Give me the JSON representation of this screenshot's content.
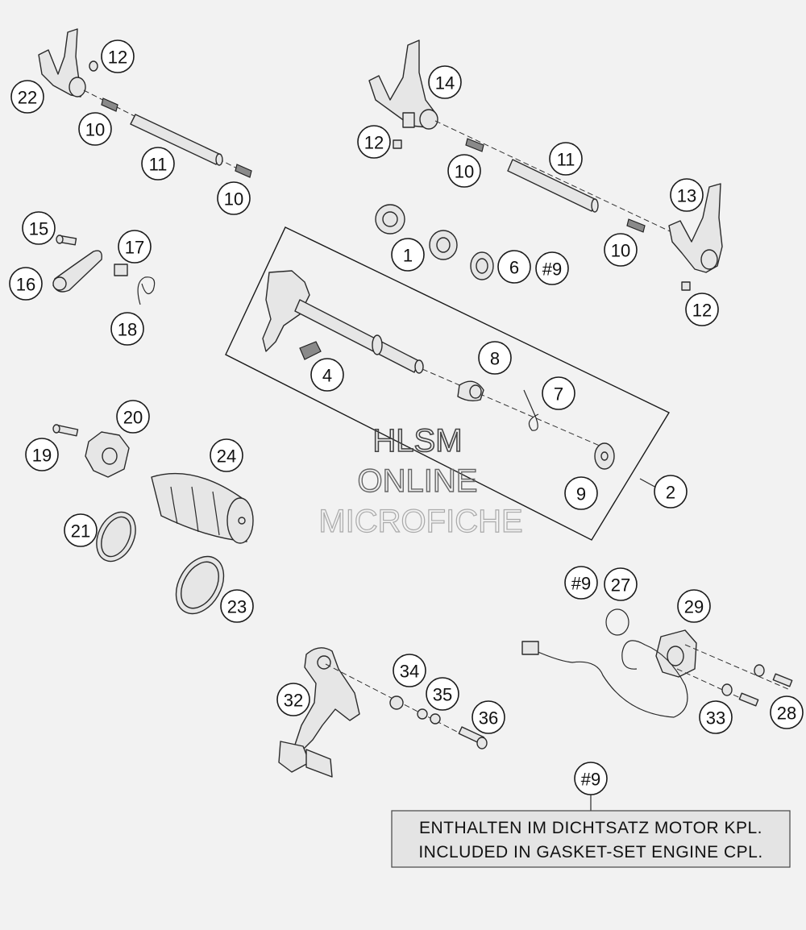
{
  "watermark": {
    "line1": "HLSM",
    "line2": "ONLINE",
    "line3": "MICROFICHE"
  },
  "note": {
    "ref": "#9",
    "line1": "ENTHALTEN IM DICHTSATZ MOTOR KPL.",
    "line2": "INCLUDED IN GASKET-SET ENGINE CPL."
  },
  "callouts": [
    {
      "id": "c22",
      "label": "22"
    },
    {
      "id": "c12a",
      "label": "12"
    },
    {
      "id": "c10a",
      "label": "10"
    },
    {
      "id": "c11a",
      "label": "11"
    },
    {
      "id": "c10b",
      "label": "10"
    },
    {
      "id": "c14",
      "label": "14"
    },
    {
      "id": "c12b",
      "label": "12"
    },
    {
      "id": "c10c",
      "label": "10"
    },
    {
      "id": "c11b",
      "label": "11"
    },
    {
      "id": "c13",
      "label": "13"
    },
    {
      "id": "c10d",
      "label": "10"
    },
    {
      "id": "c12c",
      "label": "12"
    },
    {
      "id": "c1",
      "label": "1"
    },
    {
      "id": "c6",
      "label": "6"
    },
    {
      "id": "c9a",
      "label": "#9"
    },
    {
      "id": "c15",
      "label": "15"
    },
    {
      "id": "c17",
      "label": "17"
    },
    {
      "id": "c16",
      "label": "16"
    },
    {
      "id": "c18",
      "label": "18"
    },
    {
      "id": "c4",
      "label": "4"
    },
    {
      "id": "c8",
      "label": "8"
    },
    {
      "id": "c7",
      "label": "7"
    },
    {
      "id": "c9b",
      "label": "9"
    },
    {
      "id": "c2",
      "label": "2"
    },
    {
      "id": "c20",
      "label": "20"
    },
    {
      "id": "c19",
      "label": "19"
    },
    {
      "id": "c24",
      "label": "24"
    },
    {
      "id": "c21",
      "label": "21"
    },
    {
      "id": "c23",
      "label": "23"
    },
    {
      "id": "c9c",
      "label": "#9"
    },
    {
      "id": "c27",
      "label": "27"
    },
    {
      "id": "c29",
      "label": "29"
    },
    {
      "id": "c34",
      "label": "34"
    },
    {
      "id": "c35",
      "label": "35"
    },
    {
      "id": "c32",
      "label": "32"
    },
    {
      "id": "c36",
      "label": "36"
    },
    {
      "id": "c33",
      "label": "33"
    },
    {
      "id": "c28",
      "label": "28"
    },
    {
      "id": "c9d",
      "label": "#9"
    }
  ]
}
